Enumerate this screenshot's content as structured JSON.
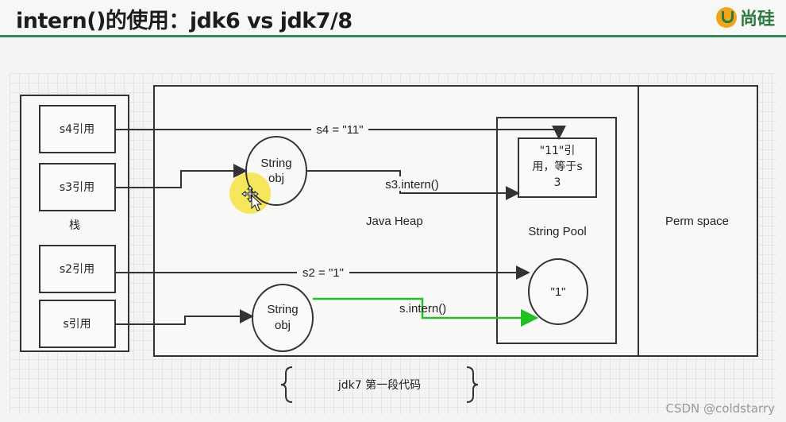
{
  "header": {
    "title": "intern()的使用：jdk6 vs jdk7/8",
    "logo_text": "尚硅"
  },
  "diagram": {
    "stack": {
      "label": "栈",
      "refs": [
        "s4引用",
        "s3引用",
        "s2引用",
        "s引用"
      ]
    },
    "heap": {
      "label": "Java Heap",
      "string_obj_1": [
        "String",
        "obj"
      ],
      "string_obj_2": [
        "String",
        "obj"
      ]
    },
    "string_pool": {
      "label": "String Pool",
      "entry_11": [
        "\"11\"引",
        "用，等于s",
        "3"
      ],
      "entry_1": "\"1\""
    },
    "perm_space": {
      "label": "Perm space"
    },
    "arrows": {
      "s4": "s4 = \"11\"",
      "s3_intern": "s3.intern()",
      "s2": "s2 = \"1\"",
      "s_intern": "s.intern()"
    },
    "caption": "jdk7 第一段代码"
  },
  "watermark": "CSDN @coldstarry",
  "colors": {
    "accent_green": "#2e8b57",
    "arrow_green": "#22c022",
    "highlight_yellow": "#f5e34a",
    "logo_orange": "#f2a41a"
  }
}
